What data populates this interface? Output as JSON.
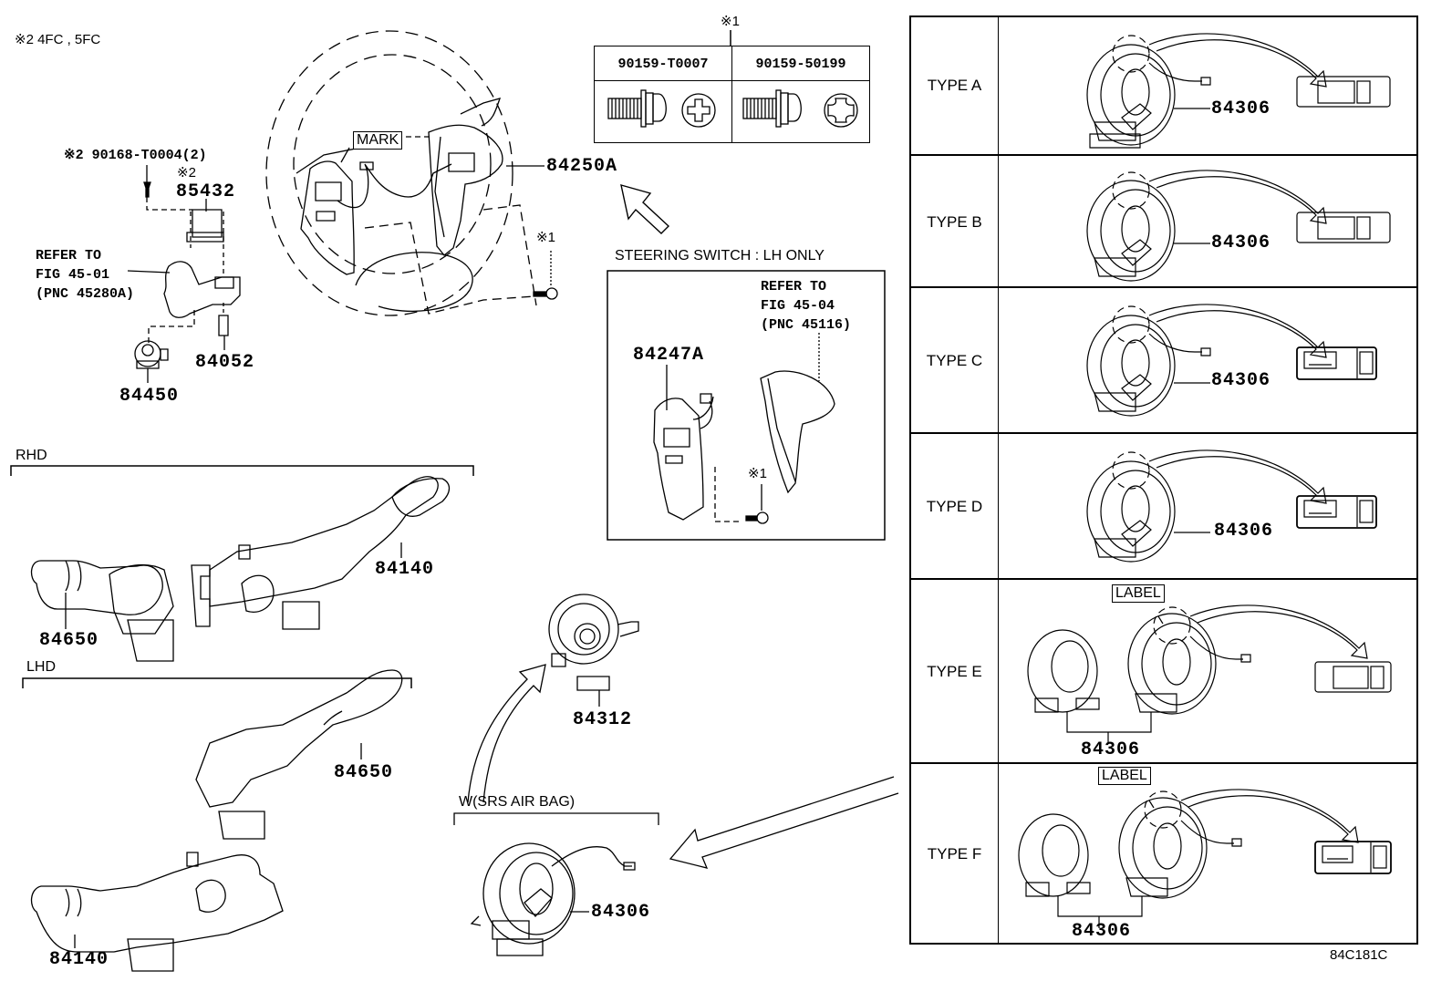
{
  "diagram": {
    "id_code": "84C181C",
    "notes": {
      "note2": "※2  4FC , 5FC"
    },
    "top_left": {
      "screw_label": "※2 90168-T0004(2)",
      "switch_mark": "※2",
      "switch_pn": "85432",
      "refer_text": "REFER TO\nFIG 45-01\n(PNC 45280A)",
      "part_84052": "84052",
      "part_84450": "84450"
    },
    "steering_wheel": {
      "mark_label": "MARK",
      "part_pn": "84250A",
      "screw_mark": "※1"
    },
    "screw_table": {
      "mark": "※1",
      "columns": [
        {
          "part": "90159-T0007",
          "head": "phillips-cross"
        },
        {
          "part": "90159-50199",
          "head": "torx-like"
        }
      ]
    },
    "steering_switch": {
      "title": "STEERING SWITCH : LH ONLY",
      "refer_text": "REFER TO\nFIG 45-04\n(PNC 45116)",
      "part_pn": "84247A",
      "screw_mark": "※1"
    },
    "rhd": {
      "title": "RHD",
      "parts": [
        "84650",
        "84140"
      ]
    },
    "lhd": {
      "title": "LHD",
      "parts": [
        "84650",
        "84140"
      ]
    },
    "spiral_cable": {
      "part_84312": "84312",
      "group_title": "W(SRS AIR BAG)",
      "part_84306": "84306"
    },
    "types": [
      {
        "label": "TYPE A",
        "part": "84306",
        "has_label": false,
        "connector": "pin-type"
      },
      {
        "label": "TYPE B",
        "part": "84306",
        "has_label": false,
        "connector": "pin-type"
      },
      {
        "label": "TYPE C",
        "part": "84306",
        "has_label": false,
        "connector": "flat-type"
      },
      {
        "label": "TYPE D",
        "part": "84306",
        "has_label": false,
        "connector": "flat-type"
      },
      {
        "label": "TYPE E",
        "part": "84306",
        "has_label": true,
        "label_text": "LABEL",
        "connector": "pin-type"
      },
      {
        "label": "TYPE F",
        "part": "84306",
        "has_label": true,
        "label_text": "LABEL",
        "connector": "flat-type"
      }
    ]
  }
}
